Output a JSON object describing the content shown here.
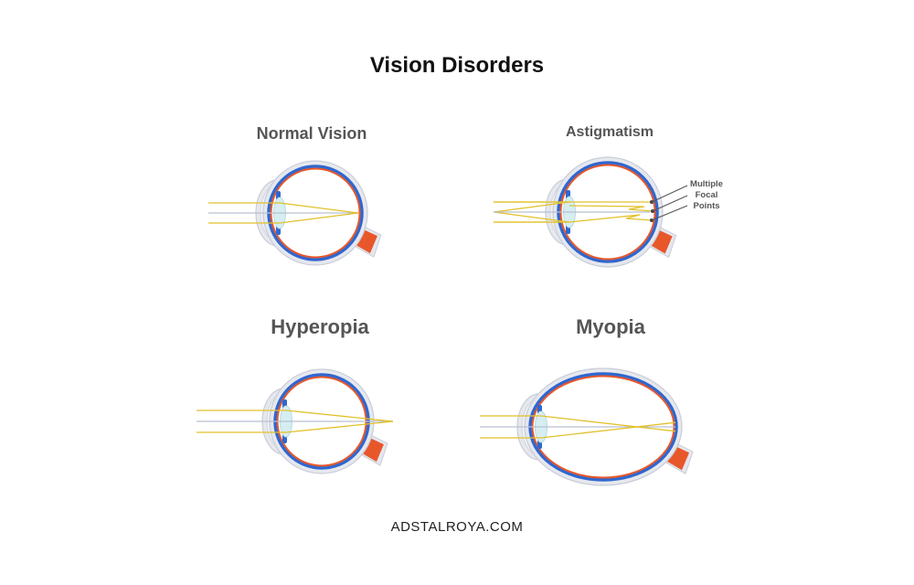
{
  "title": "Vision Disorders",
  "panels": [
    {
      "label": "Normal Vision",
      "condition": "normal"
    },
    {
      "label": "Astigmatism",
      "condition": "astigmatism",
      "annotation": [
        "Multiple",
        "Focal",
        "Points"
      ]
    },
    {
      "label": "Hyperopia",
      "condition": "hyperopia"
    },
    {
      "label": "Myopia",
      "condition": "myopia"
    }
  ],
  "footer": "ADSTALROYA.COM",
  "colors": {
    "ray": "#e2c12a",
    "axis": "#b9c0d0",
    "retina": "#e8572a",
    "choroid": "#2f67cf",
    "sclera": "#e6e8ee",
    "lens": "#d6eef1"
  }
}
